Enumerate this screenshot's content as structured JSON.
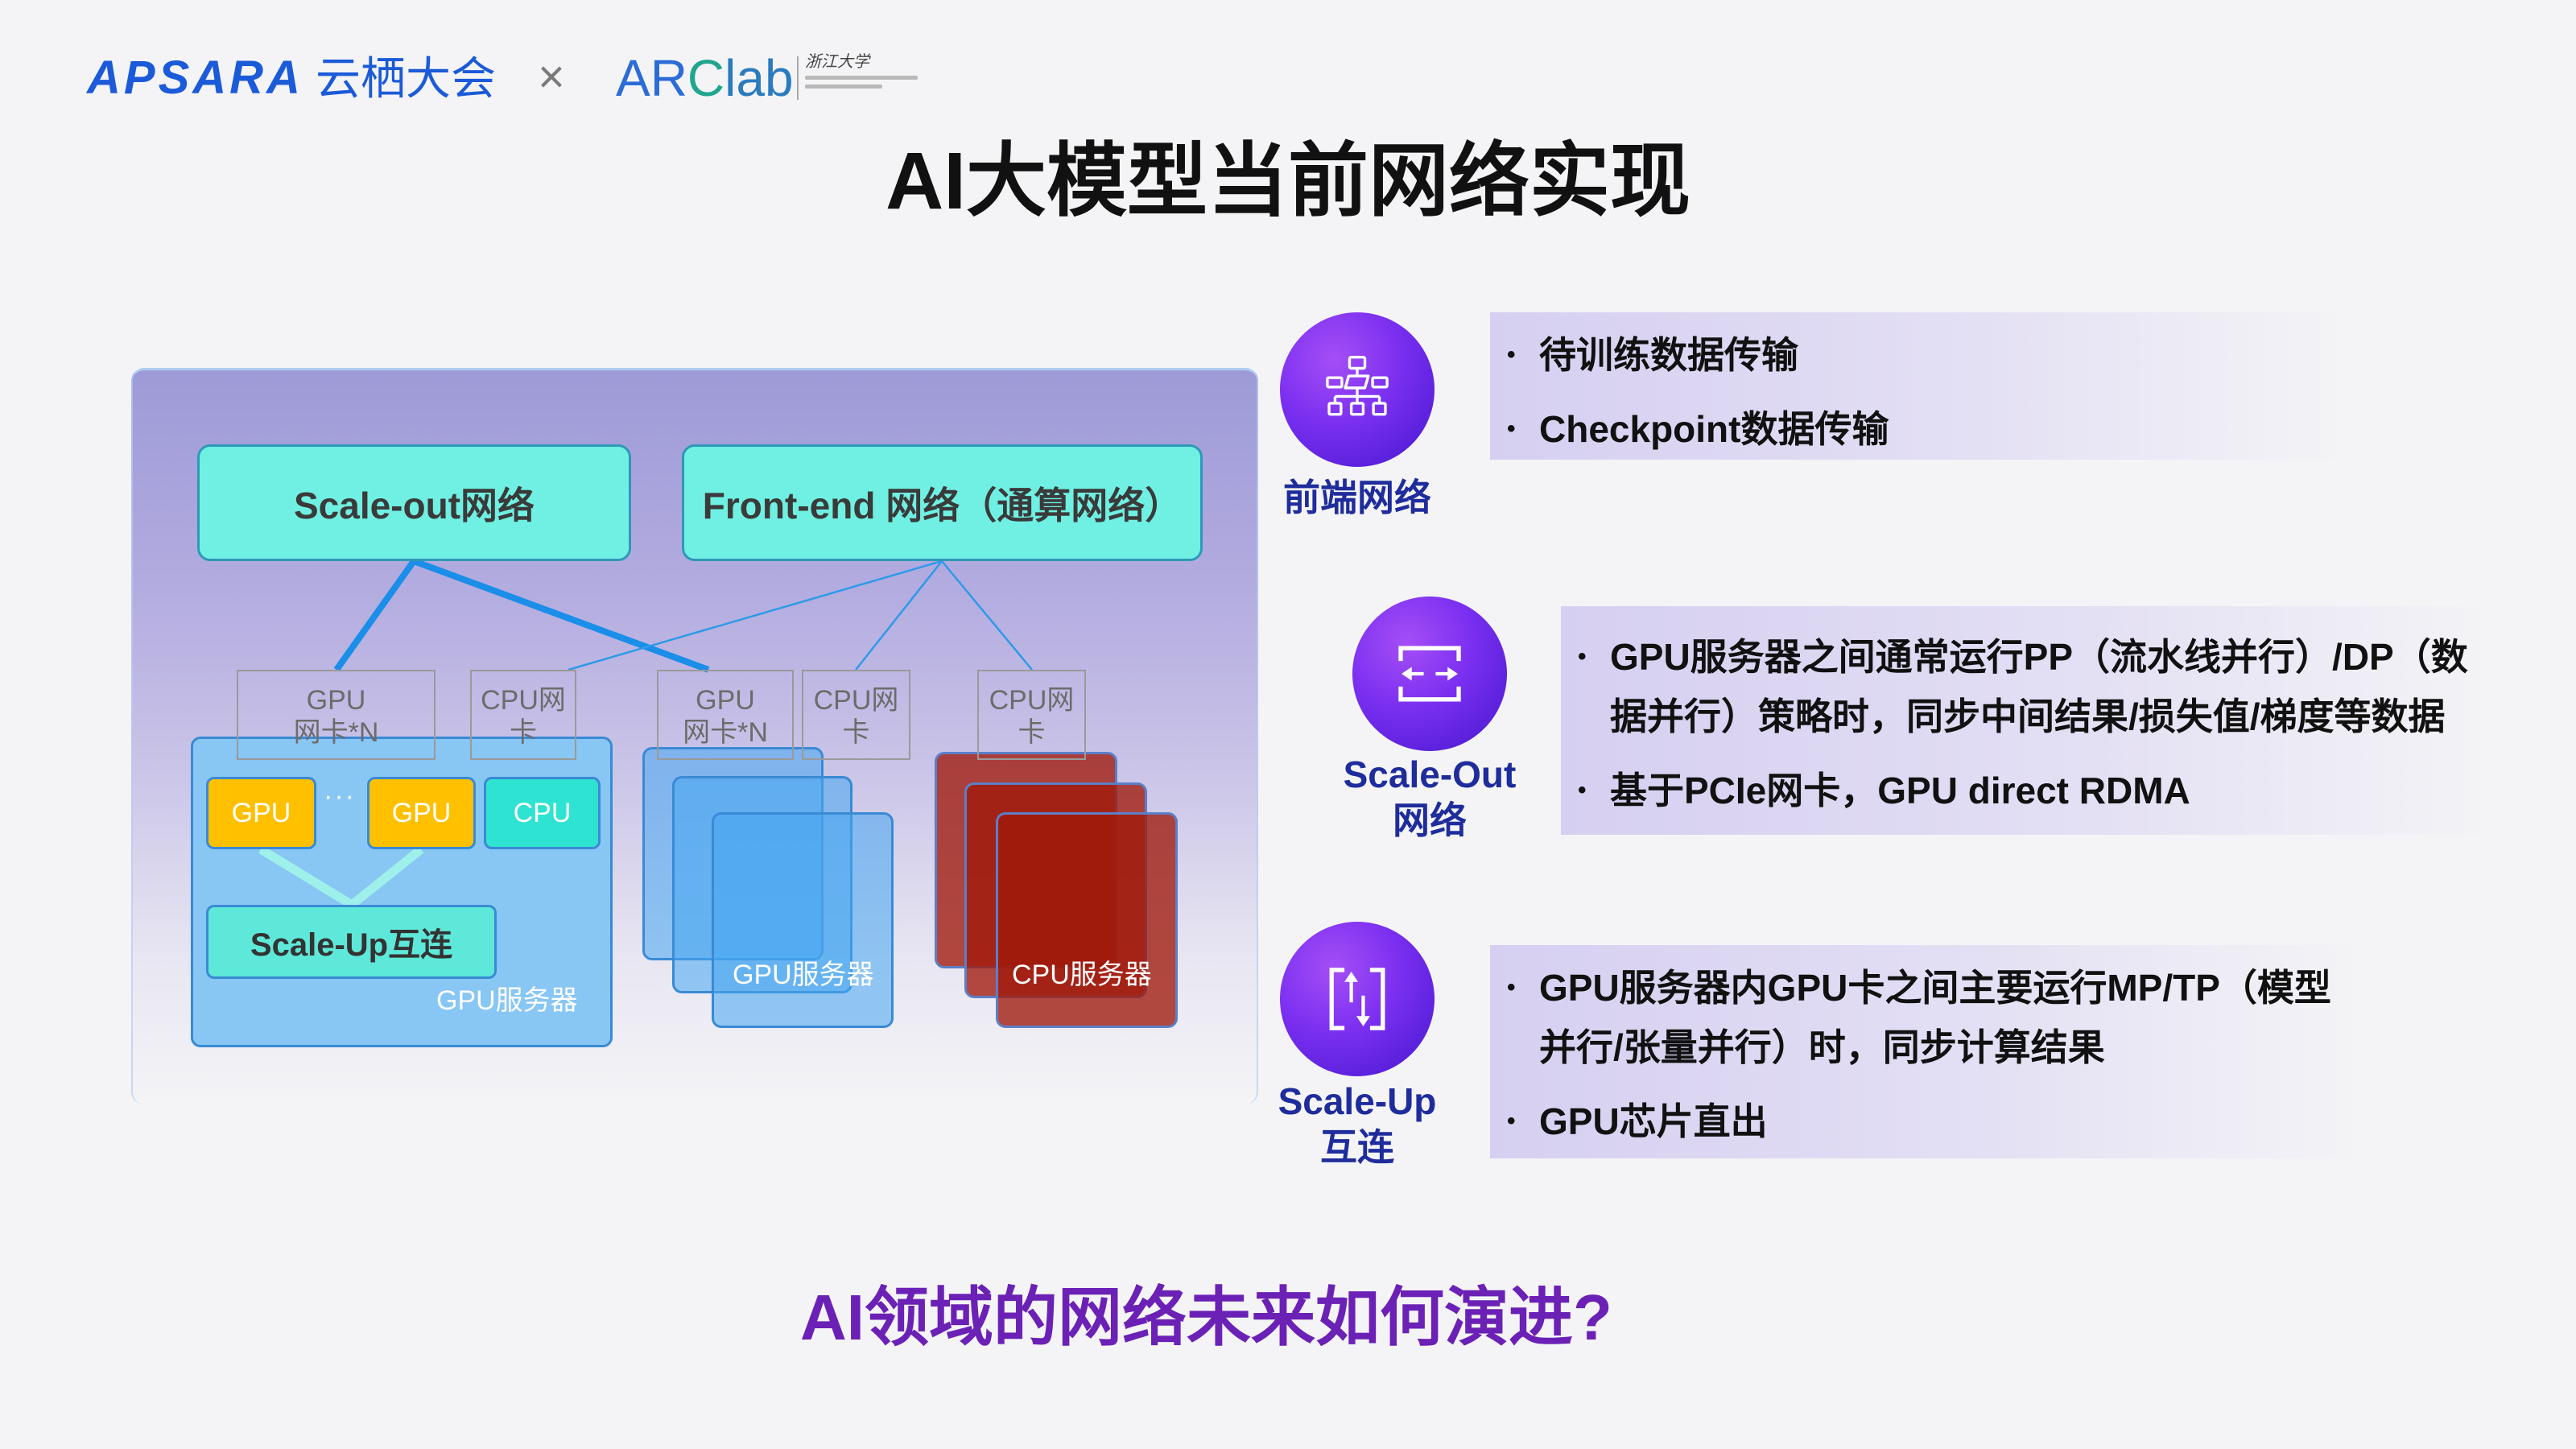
{
  "header": {
    "logo_apsara": "APSARA",
    "logo_yunqi": "云栖大会",
    "separator": "×",
    "arc_prefix": "AR",
    "arc_c": "C",
    "arc_suffix": "lab",
    "zju_mark": "浙江大学"
  },
  "title": "AI大模型当前网络实现",
  "diagram": {
    "scale_out_label": "Scale-out网络",
    "front_end_label": "Front-end 网络（通算网络）",
    "nic_labels": [
      {
        "lines": [
          "GPU",
          "网卡*N"
        ]
      },
      {
        "lines": [
          "CPU网",
          "卡"
        ]
      },
      {
        "lines": [
          "GPU",
          "网卡*N"
        ]
      },
      {
        "lines": [
          "CPU网",
          "卡"
        ]
      },
      {
        "lines": [
          "CPU网",
          "卡"
        ]
      }
    ],
    "gpu_server": {
      "gpu_1": "GPU",
      "ellipsis": "···",
      "gpu_2": "GPU",
      "cpu": "CPU",
      "scale_up": "Scale-Up互连",
      "label": "GPU服务器"
    },
    "gpu_server_stack_label": "GPU服务器",
    "cpu_server_stack_label": "CPU服务器"
  },
  "sections": [
    {
      "icon": "network-hierarchy-icon",
      "label_lines": [
        "前端网络"
      ],
      "bullets": [
        "待训练数据传输",
        "Checkpoint数据传输"
      ]
    },
    {
      "icon": "scale-out-arrows-icon",
      "label_lines": [
        "Scale-Out",
        "网络"
      ],
      "bullets": [
        "GPU服务器之间通常运行PP（流水线并行）/DP（数据并行）策略时，同步中间结果/损失值/梯度等数据",
        "基于PCIe网卡，GPU direct RDMA"
      ]
    },
    {
      "icon": "scale-up-arrows-icon",
      "label_lines": [
        "Scale-Up",
        "互连"
      ],
      "bullets": [
        "GPU服务器内GPU卡之间主要运行MP/TP（模型并行/张量并行）时，同步计算结果",
        "GPU芯片直出"
      ]
    }
  ],
  "question": "AI领域的网络未来如何演进?",
  "colors": {
    "brand_blue": "#1b5ad8",
    "title": "#111111",
    "icon_label": "#1f2c9c",
    "question": "#6b21b5",
    "network_box": "#6ff0e2",
    "gpu_chip": "#ffc000",
    "cpu_chip": "#2ee3d1",
    "cpu_server": "#a0190c",
    "link_line": "#1a8ee8"
  }
}
